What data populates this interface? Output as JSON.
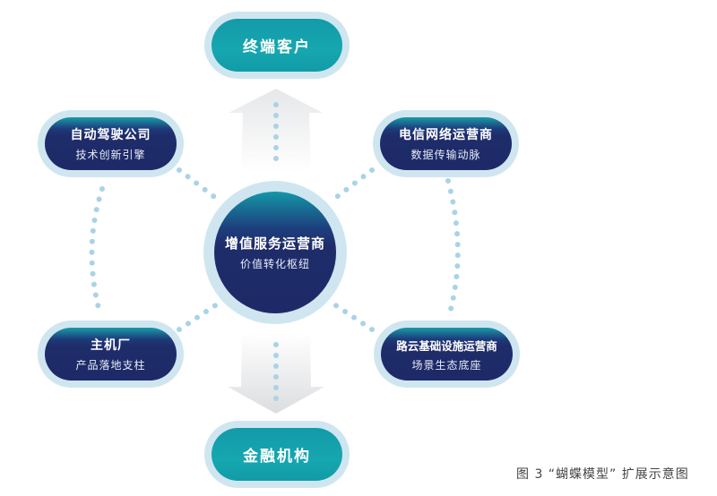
{
  "top": {
    "label": "终端客户"
  },
  "bottom": {
    "label": "金融机构"
  },
  "center": {
    "title": "增值服务运营商",
    "subtitle": "价值转化枢纽"
  },
  "nodes": {
    "top_left": {
      "title": "自动驾驶公司",
      "subtitle": "技术创新引擎"
    },
    "top_right": {
      "title": "电信网络运营商",
      "subtitle": "数据传输动脉"
    },
    "bottom_left": {
      "title": "主机厂",
      "subtitle": "产品落地支柱"
    },
    "bottom_right": {
      "title": "路云基础设施运营商",
      "subtitle": "场景生态底座"
    }
  },
  "caption": "图 3 “蝴蝶模型” 扩展示意图",
  "colors": {
    "teal": "#16a7b0",
    "navy": "#1e2a68",
    "ring": "#cfe6f0",
    "dots": "#a9d3e6"
  }
}
